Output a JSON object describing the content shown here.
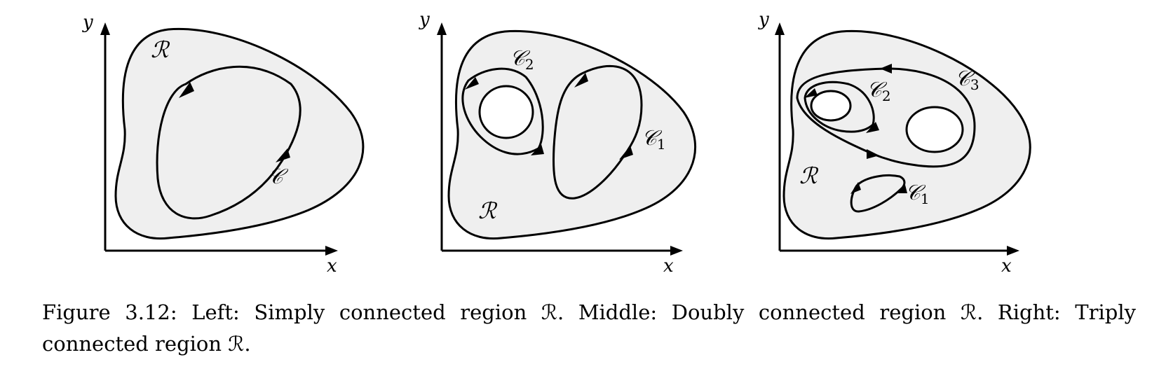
{
  "panels": [
    {
      "x_axis": "x",
      "y_axis": "y",
      "region": "ℛ",
      "curves": [
        {
          "letter": "𝒞",
          "sub": ""
        }
      ]
    },
    {
      "x_axis": "x",
      "y_axis": "y",
      "region": "ℛ",
      "curves": [
        {
          "letter": "𝒞",
          "sub": "2"
        },
        {
          "letter": "𝒞",
          "sub": "1"
        }
      ]
    },
    {
      "x_axis": "x",
      "y_axis": "y",
      "region": "ℛ",
      "curves": [
        {
          "letter": "𝒞",
          "sub": "3"
        },
        {
          "letter": "𝒞",
          "sub": "2"
        },
        {
          "letter": "𝒞",
          "sub": "1"
        }
      ]
    }
  ],
  "caption": "Figure 3.12: Left: Simply connected region ℛ. Middle: Doubly connected region ℛ. Right: Triply connected region ℛ.",
  "colors": {
    "region_fill": "#efefef",
    "hole_fill": "#ffffff",
    "stroke": "#000000"
  }
}
